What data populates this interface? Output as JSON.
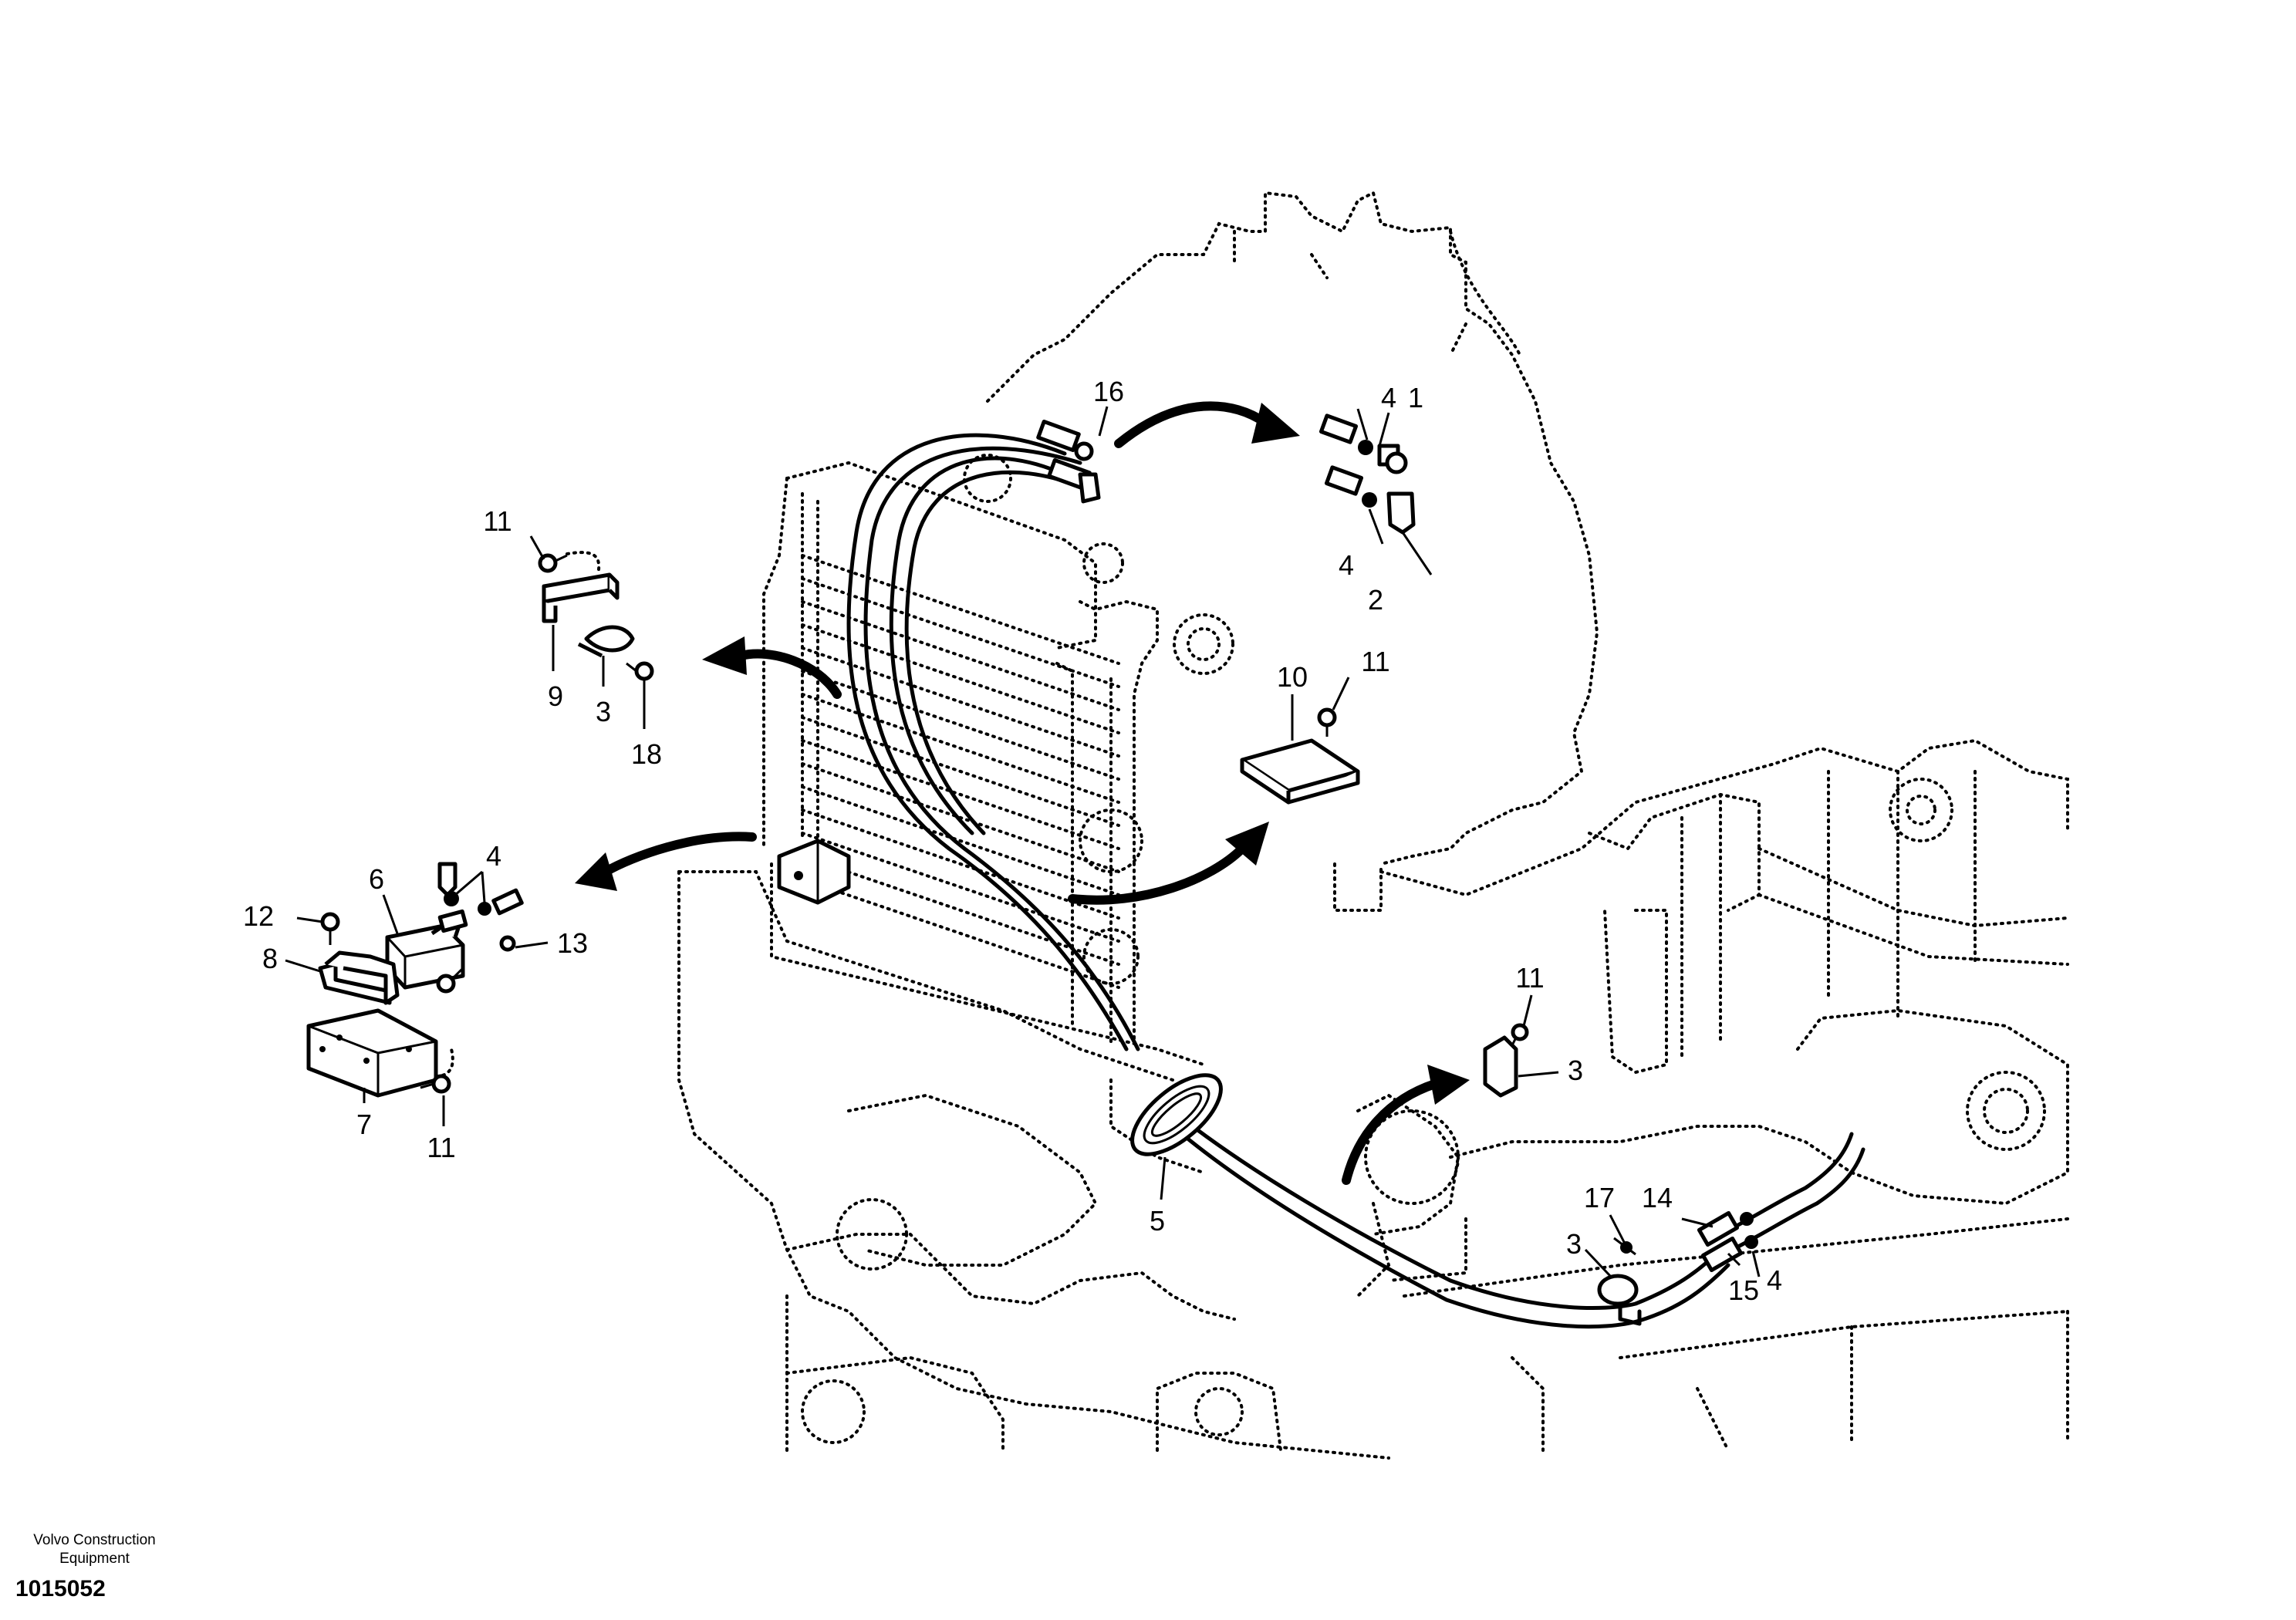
{
  "diagram": {
    "manufacturer": "Volvo Construction Equipment",
    "drawing_number": "1015052",
    "callouts": {
      "c1": "1",
      "c2": "2",
      "c3a": "3",
      "c3b": "3",
      "c3c": "3",
      "c4a": "4",
      "c4b": "4",
      "c4c": "4",
      "c4d": "4",
      "c5": "5",
      "c6": "6",
      "c7": "7",
      "c8": "8",
      "c9": "9",
      "c10": "10",
      "c11a": "11",
      "c11b": "11",
      "c11c": "11",
      "c11d": "11",
      "c12": "12",
      "c13": "13",
      "c14": "14",
      "c15": "15",
      "c16": "16",
      "c17": "17",
      "c18": "18"
    }
  }
}
